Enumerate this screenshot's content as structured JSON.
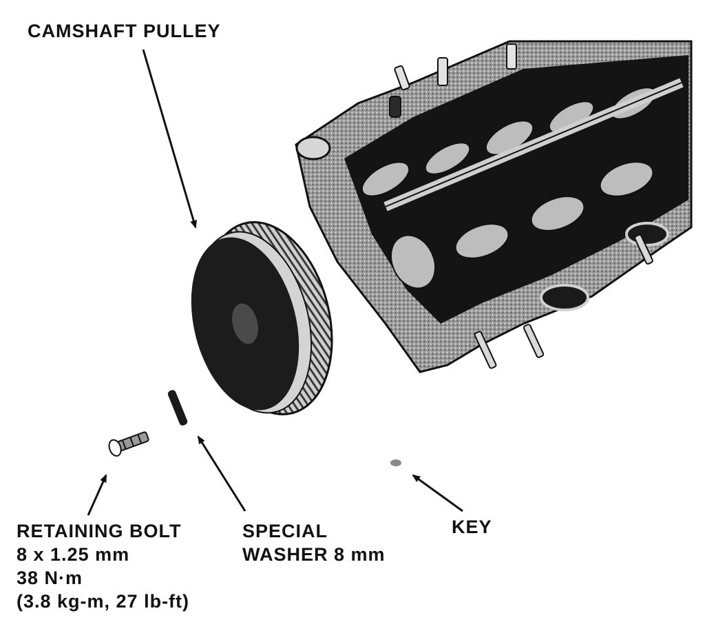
{
  "labels": {
    "camshaft_pulley": "CAMSHAFT PULLEY",
    "retaining_bolt": {
      "name": "RETAINING BOLT",
      "size": "8 x 1.25 mm",
      "torque_nm": "38 N·m",
      "torque_alt": "(3.8 kg-m, 27 lb-ft)"
    },
    "special_washer": {
      "line1": "SPECIAL",
      "line2": "WASHER 8 mm"
    },
    "key": "KEY"
  },
  "parts_depicted": [
    "camshaft-pulley",
    "cylinder-head",
    "retaining-bolt",
    "special-washer",
    "key"
  ],
  "colors": {
    "ink": "#111111",
    "paper": "#ffffff",
    "metal_mid": "#8a8a8a",
    "metal_dark": "#1a1a1a"
  }
}
